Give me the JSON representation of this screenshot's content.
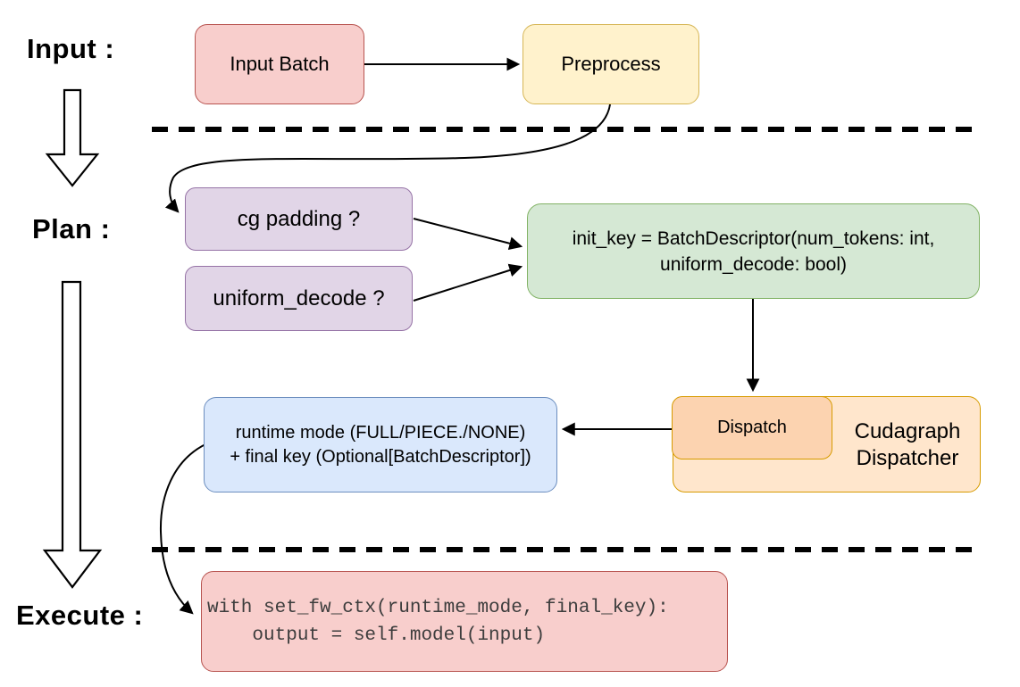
{
  "stage_labels": {
    "input": "Input :",
    "plan": "Plan :",
    "execute": "Execute :"
  },
  "nodes": {
    "input_batch": {
      "label": "Input Batch"
    },
    "preprocess": {
      "label": "Preprocess"
    },
    "cg_padding": {
      "label": "cg padding ?"
    },
    "uniform_decode": {
      "label": "uniform_decode ?"
    },
    "init_key": {
      "line1": "init_key = BatchDescriptor(num_tokens: int,",
      "line2": "uniform_decode: bool)"
    },
    "dispatch": {
      "label": "Dispatch"
    },
    "cudagraph_dispatcher": {
      "label": "Cudagraph Dispatcher"
    },
    "runtime_result": {
      "line1": "runtime mode (FULL/PIECE./NONE)",
      "line2": "+ final key (Optional[BatchDescriptor])"
    },
    "execute_code": {
      "line1": "with set_fw_ctx(runtime_mode, final_key):",
      "line2": "    output = self.model(input)"
    }
  },
  "colors": {
    "red_fill": "#f8cecc",
    "red_border": "#b85450",
    "yellow_fill": "#fff2cc",
    "yellow_border": "#d6b656",
    "purple_fill": "#e1d5e7",
    "purple_border": "#9673a6",
    "green_fill": "#d5e8d4",
    "green_border": "#82b366",
    "orange_fill": "#ffe6cc",
    "orange_inner_fill": "#fcd3b0",
    "orange_border": "#d79b00",
    "blue_fill": "#dae8fc",
    "blue_border": "#6c8ebf",
    "line": "#000000"
  }
}
